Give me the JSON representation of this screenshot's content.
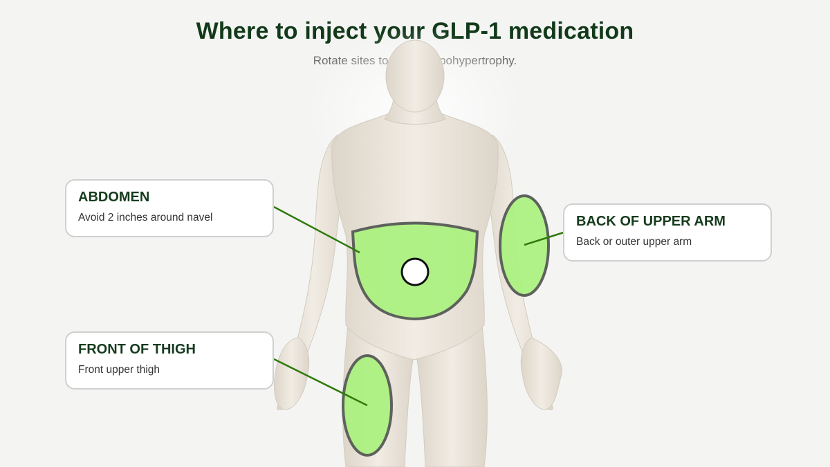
{
  "header": {
    "title": "Where to inject your GLP-1 medication",
    "subtitle": "Rotate sites to prevent lipohypertrophy."
  },
  "sites": {
    "abdomen": {
      "title": "ABDOMEN",
      "description": "Avoid 2 inches around navel"
    },
    "upper_arm": {
      "title": "BACK OF UPPER ARM",
      "description": "Back or outer upper arm"
    },
    "thigh": {
      "title": "FRONT OF THIGH",
      "description": "Front upper thigh"
    }
  },
  "colors": {
    "heading": "#123a1a",
    "zone_fill": "#a9f27c",
    "zone_stroke": "#5e625c",
    "leader_line": "#2f7a0c",
    "skin": "#ece6dc"
  }
}
